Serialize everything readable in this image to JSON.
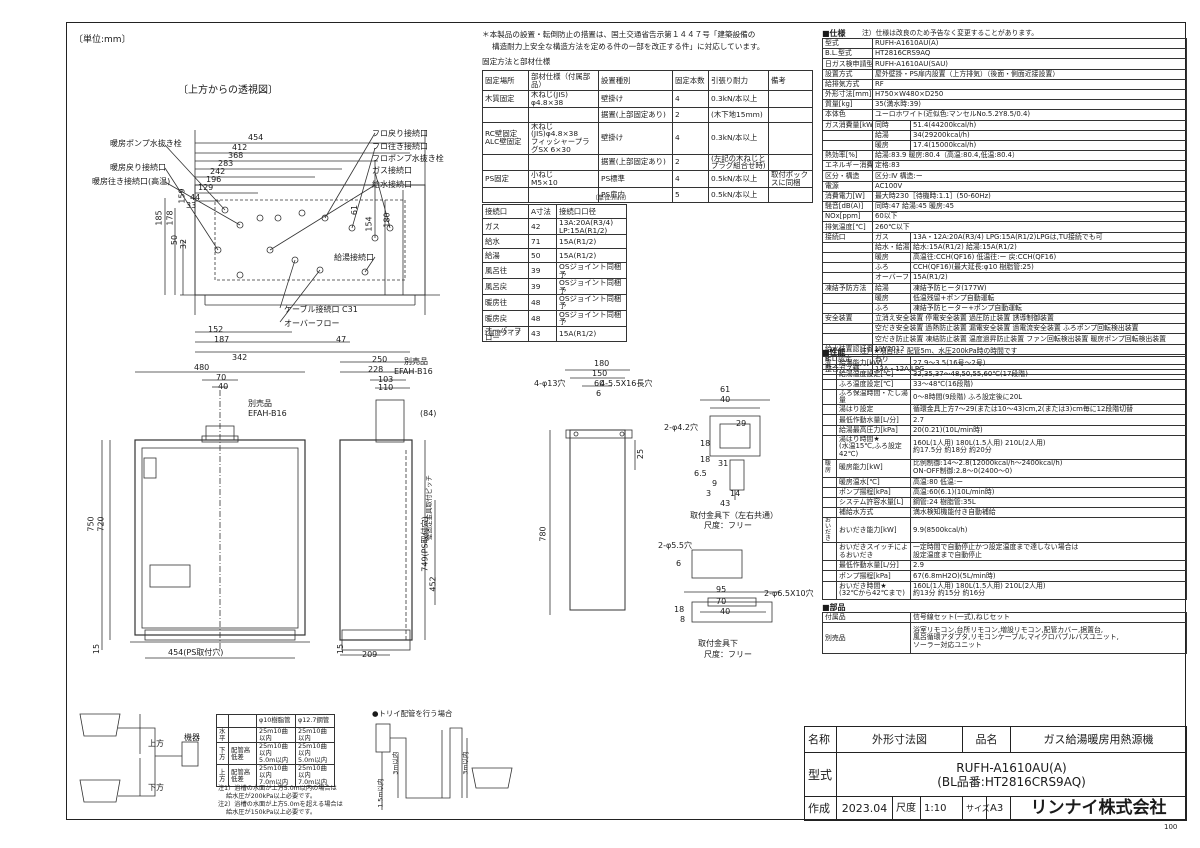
{
  "header": {
    "unit": "〔単位:mm〕",
    "view_top": "〔上方からの透視図〕",
    "note_line1": "＊本製品の設置・転倒防止の措置は、国土交通省告示第１４４７号「建築設備の",
    "note_line2": "構造耐力上安全な構造方法を定める件の一部を改正する件」に対応しています。",
    "fix_title": "固定方法と部材仕様",
    "page_number": "100"
  },
  "top_view": {
    "dims": [
      "454",
      "412",
      "368",
      "283",
      "242",
      "196",
      "129",
      "44",
      "33",
      "185",
      "178",
      "159",
      "50",
      "32",
      "61",
      "154",
      "180",
      "152",
      "187",
      "47",
      "342"
    ],
    "labels": [
      "暖房ポンプ水抜き栓",
      "暖房戻り接続口",
      "暖房往き接続口(高温)",
      "フロ戻り接続口",
      "フロ往き接続口",
      "フロポンプ水抜き栓",
      "ガス接続口",
      "給水接続口",
      "給湯接続口",
      "ケーブル接続口 C31",
      "オーバーフロー"
    ]
  },
  "front_view": {
    "dims": [
      "480",
      "70",
      "40",
      "750",
      "720",
      "15",
      "454(PS取付穴)"
    ],
    "labels": [
      "別売品",
      "EFAH-B16"
    ]
  },
  "side_view": {
    "dims": [
      "250",
      "228",
      "103",
      "110",
      "(84)",
      "749(PS取付穴)",
      "452",
      "15",
      "209"
    ],
    "labels": [
      "別売品",
      "EFAH-B16",
      "壁固定金具取付ピッチ"
    ]
  },
  "bracket_view": {
    "dims": [
      "180",
      "150",
      "60",
      "6",
      "780",
      "4-φ13穴",
      "4-5.5X16長穴",
      "25"
    ]
  },
  "mount_top": {
    "dims": [
      "61",
      "40",
      "29",
      "31",
      "18",
      "6.5",
      "9",
      "3",
      "14",
      "18",
      "43",
      "2-φ4.2穴"
    ],
    "caption1": "取付金具下（左右共通）",
    "caption2": "尺度：フリー"
  },
  "mount_bottom": {
    "dims": [
      "2-φ5.5穴",
      "6",
      "95",
      "70",
      "40",
      "18",
      "8",
      "2-φ6.5X10穴"
    ],
    "caption1": "取付金具下",
    "caption2": "尺度：フリー"
  },
  "fix_table": {
    "headers": [
      "固定場所",
      "部材仕様（付属部品）",
      "設置種別",
      "固定本数",
      "引張り耐力",
      "備考"
    ],
    "rows": [
      [
        "木質固定",
        "木ねじ(JIS)\nφ4.8×38",
        "壁掛け",
        "4",
        "0.3kN/本以上",
        ""
      ],
      [
        "",
        "",
        "据置(上部固定あり)",
        "2",
        "(木下地15mm)",
        ""
      ],
      [
        "RC壁固定\nALC壁固定",
        "木ねじ(JIS)φ4.8×38\nフィッシャープラグSX 6×30",
        "壁掛け",
        "4",
        "0.3kN/本以上",
        ""
      ],
      [
        "",
        "",
        "据置(上部固定あり)",
        "2",
        "(左記の木ねじとプラグ組合せ時)",
        ""
      ],
      [
        "PS固定",
        "小ねじ\nM5×10",
        "PS標準",
        "4",
        "0.5kN/本以上",
        "取付ボックスに同梱"
      ],
      [
        "",
        "",
        "PS扉内",
        "5",
        "0.5kN/本以上",
        ""
      ]
    ]
  },
  "port_table": {
    "unit": "〔単位:mm〕",
    "headers": [
      "接続口",
      "A寸法",
      "接続口口径"
    ],
    "rows": [
      [
        "ガス",
        "42",
        "13A:20A(R3/4)\nLP:15A(R1/2)"
      ],
      [
        "給水",
        "71",
        "15A(R1/2)"
      ],
      [
        "給湯",
        "50",
        "15A(R1/2)"
      ],
      [
        "風呂往",
        "39",
        "OSジョイント同梱予"
      ],
      [
        "風呂戻",
        "39",
        "OSジョイント同梱予"
      ],
      [
        "暖房往",
        "48",
        "OSジョイント同梱予"
      ],
      [
        "暖房戻",
        "48",
        "OSジョイント同梱予"
      ],
      [
        "オーバーフロー",
        "43",
        "15A(R1/2)"
      ]
    ],
    "footnote": "1温度タイプ"
  },
  "spec": {
    "title": "■仕様",
    "title_note": "注）仕様は改良のため予告なく変更することがあります。",
    "rows": [
      [
        "型式",
        "",
        "RUFH-A1610AU(A)"
      ],
      [
        "B.L.型式",
        "",
        "HT2816CRS9AQ"
      ],
      [
        "日ガス検申請型式",
        "",
        "RUFH-A1610AU(SAU)"
      ],
      [
        "設置方式",
        "",
        "屋外壁掛・PS扉内設置（上方排気）（後面・側面近接設置）"
      ],
      [
        "給排気方式",
        "",
        "RF"
      ],
      [
        "外形寸法[mm]",
        "",
        "H750×W480×D250"
      ],
      [
        "質量[kg]",
        "",
        "35(満水時:39)"
      ],
      [
        "本体色",
        "",
        "ユーロホワイト(近似色:マンセルNo.5.2Y8.5/0.4)"
      ],
      [
        "ガス消費量[kW]",
        "同時",
        "51.4(44200kcal/h)"
      ],
      [
        "",
        "給湯",
        "34(29200kcal/h)"
      ],
      [
        "",
        "暖房",
        "17.4(15000kcal/h)"
      ],
      [
        "熱効率[%]",
        "",
        "給湯:83.9 暖房:80.4（高温:80.4,低温:80.4）"
      ],
      [
        "エネルギー消費効率[%]",
        "",
        "定格:83"
      ],
      [
        "区分・構造",
        "",
        "区分:Ⅳ 構造:ー"
      ],
      [
        "電源",
        "",
        "AC100V"
      ],
      [
        "消費電力[W]",
        "",
        "最大時230［待機時:1.1］(50-60Hz)"
      ],
      [
        "騒音[dB(A)]",
        "",
        "同時:47 給湯:45 暖房:45"
      ],
      [
        "NOx[ppm]",
        "",
        "60以下"
      ],
      [
        "排気温度[℃]",
        "",
        "260℃以下"
      ],
      [
        "接続口",
        "ガス",
        "13A・12A:20A(R3/4) LPG:15A(R1/2)LPGは,TU接続でも可"
      ],
      [
        "",
        "給水・給湯",
        "給水:15A(R1/2) 給湯:15A(R1/2)"
      ],
      [
        "",
        "暖房",
        "高温往:CCH(QF16) 低温往:ー 戻:CCH(QF16)"
      ],
      [
        "",
        "ふろ",
        "CCH(QF16)(最大延長:φ10 樹脂管:25)"
      ],
      [
        "",
        "オーバーフロー",
        "15A(R1/2)"
      ],
      [
        "凍結予防方法",
        "給湯",
        "凍結予防ヒータ(177W)"
      ],
      [
        "",
        "暖房",
        "低温残留+ポンプ自動運転"
      ],
      [
        "",
        "ふろ",
        "凍結予防ヒーター+ポンプ自動運転"
      ],
      [
        "安全装置",
        "",
        "立消え安全装置 停電安全装置 過圧防止装置 誘導制御装置"
      ],
      [
        "",
        "",
        "空だき安全装置 過熱防止装置 漏電安全装置 過電流安全装置 ふろポンプ回転検出装置"
      ],
      [
        "",
        "",
        "空だき防止装置 凍結防止装置 温度過昇防止装置 ファン回転検出装置 暖房ポンプ回転検出装置"
      ],
      [
        "給水装置認証番号",
        "",
        "NW2012"
      ],
      [
        "B.L.認定",
        "",
        "有り"
      ],
      [
        "整合ガス種",
        "",
        "13A・12A,LPG"
      ]
    ]
  },
  "perf": {
    "title": "■性能",
    "title_note": "注）★項目は、配管5m、水圧200kPa時の時間です",
    "rows": [
      [
        "給湯",
        "給湯能力[kW]",
        "27.9〜3.5(16号〜2号)"
      ],
      [
        "",
        "給湯温度設定[℃]",
        "32,35,37〜48,50,55,60℃(17段階)"
      ],
      [
        "",
        "ふろ温度設定[℃]",
        "33〜48℃(16段階)"
      ],
      [
        "",
        "ふろ保温時間・たし湯量",
        "0〜8時間(9段階) ふろ設定後に20L"
      ],
      [
        "",
        "湯はり設定",
        "循環金具上方7〜29(または10〜43)cm,2(または3)cm毎に12段階切替"
      ],
      [
        "",
        "最低作動水量[L/分]",
        "2.7"
      ],
      [
        "",
        "給湯最高圧力[kPa]",
        "20(0.21)(10L/min時)"
      ],
      [
        "",
        "湯はり時間★\n(水温15℃,ふろ設定42℃)",
        "160L(1人用) 180L(1.5人用) 210L(2人用)\n約17.5分 約18分 約20分"
      ],
      [
        "暖房",
        "暖房能力[kW]",
        "比例制御:14〜2.8(12000kcal/h〜2400kcal/h)\nON-OFF制御:2.8〜0(2400〜0)"
      ],
      [
        "",
        "暖房温水[℃]",
        "高温:80 低温:ー"
      ],
      [
        "",
        "ポンプ揚程[kPa]",
        "高温:60(6.1)(10L/min時)"
      ],
      [
        "",
        "システム許容水量[L]",
        "鋼管:24 樹脂管:35L"
      ],
      [
        "",
        "補給水方式",
        "満水検知機能付き自動補給"
      ],
      [
        "おいだき",
        "おいだき能力[kW]",
        "9.9(8500kcal/h)"
      ],
      [
        "",
        "おいだきスイッチによるおいだき",
        "一定時間で自動停止かつ設定温度まで達しない場合は\n設定温度まで自動停止"
      ],
      [
        "",
        "最低作動水量[L/分]",
        "2.9"
      ],
      [
        "",
        "ポンプ揚程[kPa]",
        "67(6.8mH2O)(5L/min時)"
      ],
      [
        "",
        "おいだき時間★\n(32℃から42℃まで)",
        "160L(1人用) 180L(1.5人用) 210L(2人用)\n約13分 約15分 約16分"
      ]
    ]
  },
  "parts": {
    "title": "■部品",
    "rows": [
      [
        "付属品",
        "信号線セット(一式),ねじセット"
      ],
      [
        "別売品",
        "浴室リモコン,台所リモコン,増設リモコン,配管カバー,据置台,\n風呂循環アダプタ,リモコンケーブル,マイクロバブルバスユニット,\nソーラー対応ユニット"
      ]
    ]
  },
  "piping": {
    "headers": [
      "",
      "",
      "φ10樹脂管",
      "φ12.7鋼管"
    ],
    "rows": [
      [
        "水平",
        "",
        "25m10曲以内",
        "25m10曲以内"
      ],
      [
        "下方",
        "配管高低差",
        "25m10曲以内\n5.0m以内",
        "25m10曲以内\n5.0m以内"
      ],
      [
        "上方",
        "配管高低差",
        "25m10曲以内\n7.0m以内",
        "25m10曲以内\n7.0m以内"
      ]
    ],
    "notes": [
      "注1）浴槽の水面が上方5.0m以内の場合は",
      "給水圧が200kPa以上必要です。",
      "注2）浴槽の水面が上方5.0mを超える場合は",
      "給水圧が150kPa以上必要です。"
    ],
    "label_up": "上方",
    "label_down": "下方",
    "label_unit": "機器",
    "trap_title": "●トリイ配管を行う場合",
    "trap_dims": [
      "1.5m以内",
      "3m以内",
      "3m以内"
    ]
  },
  "title_block": {
    "name_label": "名称",
    "name_value": "外形寸法図",
    "product_label": "品名",
    "product_value": "ガス給湯暖房用熱源機",
    "model_label": "型式",
    "model_line1": "RUFH-A1610AU(A)",
    "model_line2": "(BL品番:HT2816CRS9AQ)",
    "made_label": "作成",
    "made_value": "2023.04",
    "scale_label": "尺度",
    "scale_value": "1:10",
    "size_label": "サイズ",
    "size_value": "A3",
    "company": "リンナイ株式会社"
  }
}
